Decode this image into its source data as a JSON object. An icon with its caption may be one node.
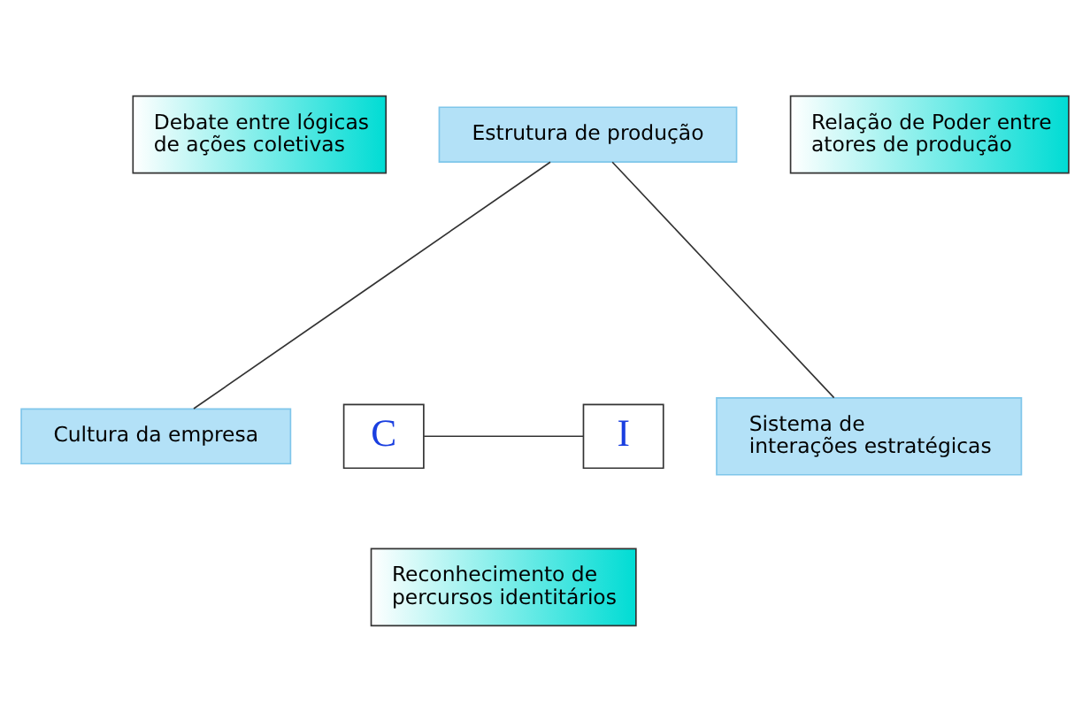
{
  "diagram": {
    "nodes": [
      {
        "text": [
          "Estrutura de produção"
        ]
      },
      {
        "text": [
          "Debate entre lógicas de ações coletivas"
        ]
      },
      {
        "text": [
          "Relação de Poder entre atores de produção"
        ]
      },
      {
        "text": [
          "Cultura da empresa"
        ]
      },
      {
        "text": [
          "C"
        ]
      },
      {
        "text": [
          "I"
        ]
      },
      {
        "text": [
          "Sistema de interações estratégicas"
        ]
      },
      {
        "text": [
          "Reconhecimento de percursos identitários"
        ]
      }
    ],
    "edges": [
      {
        "from": 0,
        "to": 3,
        "arrow": "none"
      },
      {
        "from": 0,
        "to": 6,
        "arrow": "none"
      },
      {
        "from": 4,
        "to": 5,
        "arrow": "none"
      }
    ]
  }
}
